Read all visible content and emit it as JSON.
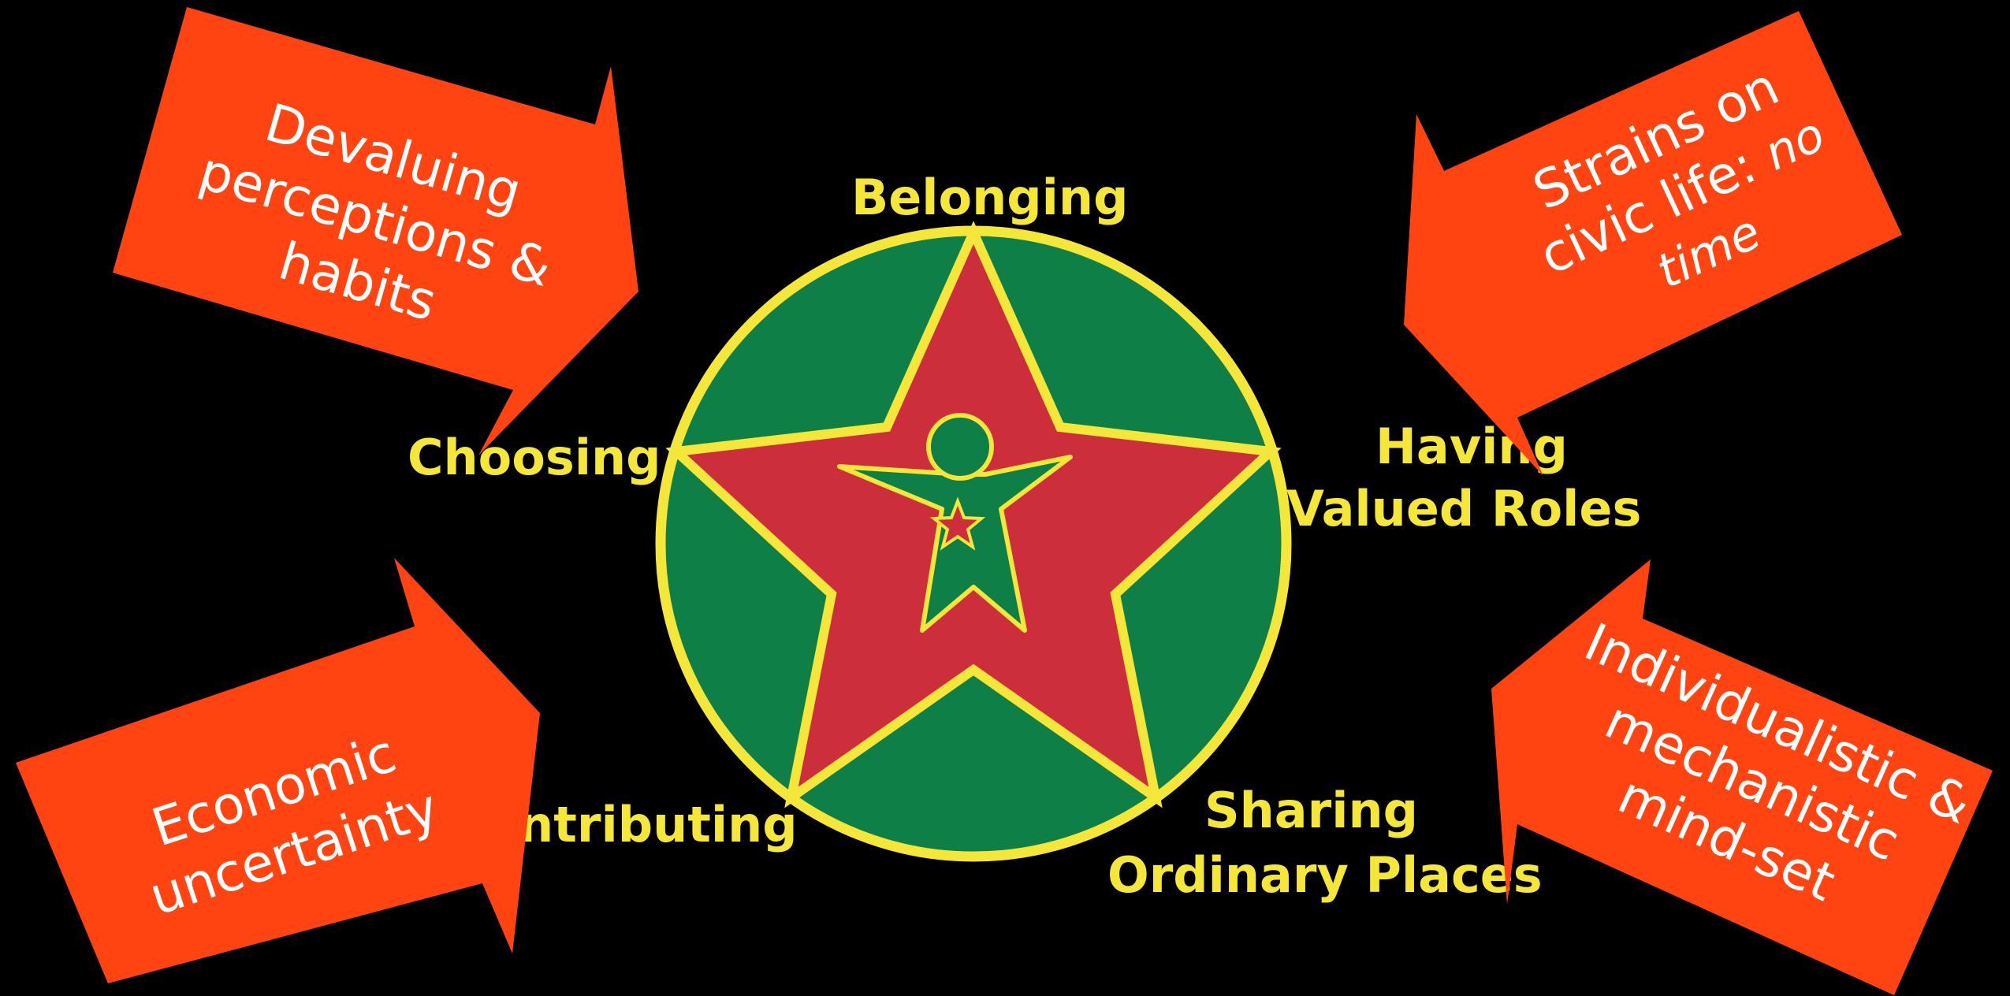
{
  "colors": {
    "background": "#000000",
    "circle_fill": "#0e7f46",
    "outline": "#f5e63a",
    "star_fill": "#cc2f3b",
    "arrow_fill": "#ff4411",
    "arrow_text": "#ffffff",
    "label_text": "#f5e63a"
  },
  "center_emblem": {
    "icons": [
      "circle",
      "five-pointed-star",
      "person-figure",
      "small-star"
    ]
  },
  "labels": {
    "belonging": "Belonging",
    "choosing": "Choosing",
    "having_line1": "Having",
    "having_line2": "Valued Roles",
    "contributing": "Contributing",
    "sharing_line1": "Sharing",
    "sharing_line2": "Ordinary Places"
  },
  "arrows": {
    "top_left": {
      "line1": "Devaluing",
      "line2": "perceptions &",
      "line3": "habits"
    },
    "top_right": {
      "line1": "Strains on",
      "line2_upright": "civic life: ",
      "line2_italic": "no",
      "line3_italic": "time"
    },
    "bottom_left": {
      "line1": "Economic",
      "line2": "uncertainty"
    },
    "bottom_right": {
      "line1": "Individualistic &",
      "line2": "mechanistic",
      "line3": "mind-set"
    }
  }
}
